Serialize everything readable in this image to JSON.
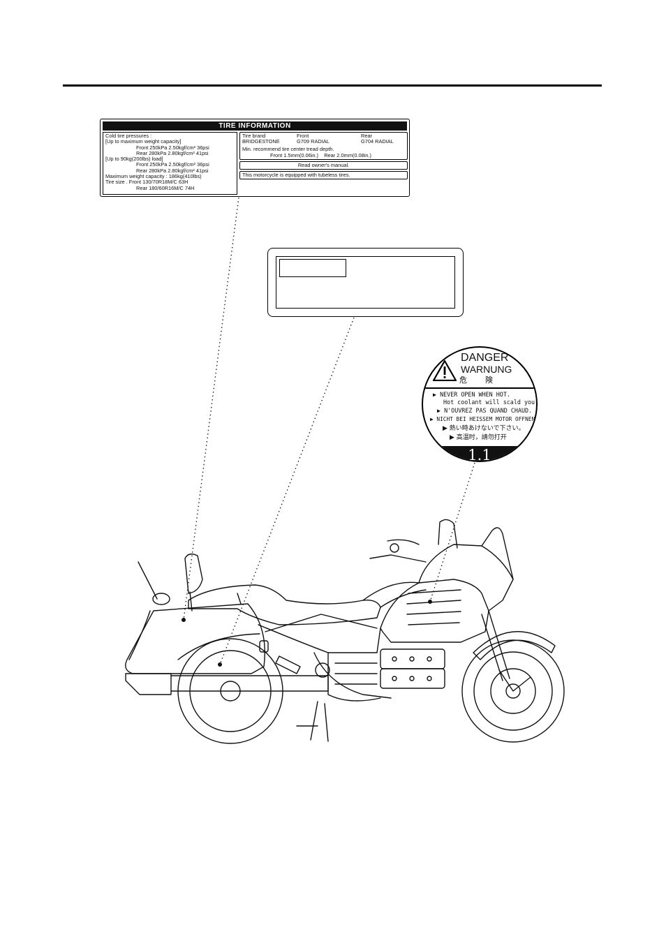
{
  "tire_label": {
    "title": "TIRE INFORMATION",
    "left_lines": [
      {
        "text": "Cold tire pressures :",
        "indent": false
      },
      {
        "text": "[Up to maximum weight capacity]",
        "indent": false
      },
      {
        "text": "Front 250kPa 2.50kgf/cm² 36psi",
        "indent": true
      },
      {
        "text": "Rear 280kPa 2.80kgf/cm² 41psi",
        "indent": true
      },
      {
        "text": "[Up to 90kg(200lbs) load]",
        "indent": false
      },
      {
        "text": "Front 250kPa 2.50kgf/cm² 36psi",
        "indent": true
      },
      {
        "text": "Rear 280kPa 2.80kgf/cm² 41psi",
        "indent": true
      },
      {
        "text": "Maximum weight capacity : 186kg(410lbs)",
        "indent": false
      },
      {
        "text": "Tire size . Front 130/70R18M/C 63H",
        "indent": false
      },
      {
        "text": "Rear 180/60R16M/C 74H",
        "indent": true
      }
    ],
    "brand": {
      "header": [
        "Tire brand",
        "Front",
        "Rear"
      ],
      "values": [
        "BRIDGESTONE",
        "G709 RADIAL",
        "G704 RADIAL"
      ]
    },
    "tread": {
      "title": "Min. recommend tire center tread depth.",
      "detail": "Front 1.5mm(0.06in.)    Rear 2.0mm(0.08in.)"
    },
    "manual_note": "Read owner's manual.",
    "tubeless_note": "This motorcycle is equipped with tubeless tires."
  },
  "danger_label": {
    "title": "DANGER",
    "subtitle": "WARNUNG",
    "japanese_title": "危険",
    "lines": [
      "▶ NEVER OPEN WHEN HOT.",
      "Hot coolant will scald you.",
      "▶ N'OUVREZ PAS QUAND CHAUD.",
      "▶ NICHT BEI HEISSEM MOTOR OFFNEN.",
      "▶ 熱い時あけないで下さい。",
      "▶ 高温时，請勿打开"
    ],
    "code": "1.1"
  }
}
